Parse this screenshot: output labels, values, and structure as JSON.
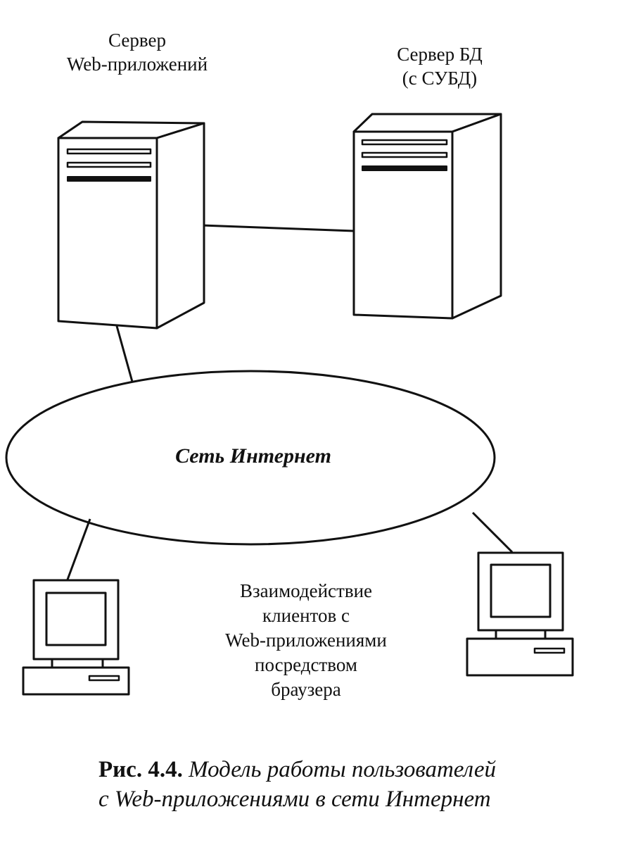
{
  "web_server": {
    "label_lines": [
      "Сервер",
      "Web-приложений"
    ]
  },
  "db_server": {
    "label_lines": [
      "Сервер БД",
      "(с СУБД)"
    ]
  },
  "network": {
    "label": "Сеть Интернет"
  },
  "clients": {
    "description_lines": [
      "Взаимодействие",
      "клиентов с",
      "Web-приложениями",
      "посредством",
      "браузера"
    ]
  },
  "caption": {
    "figure_number": "Рис. 4.4.",
    "title_line_1": "Модель работы пользователей",
    "title_line_2": "с Web-приложениями в сети Интернет"
  },
  "colors": {
    "ink": "#111111",
    "paper": "#ffffff"
  }
}
